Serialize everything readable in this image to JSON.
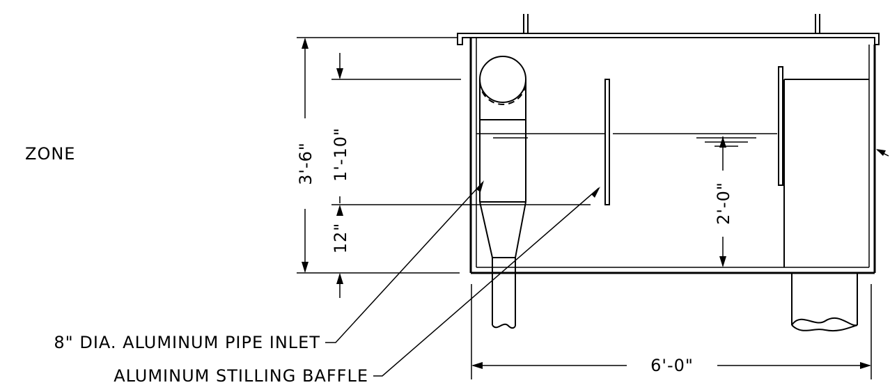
{
  "labels": {
    "zone": "ZONE",
    "pipe_inlet": "8\" DIA. ALUMINUM PIPE INLET",
    "stilling_baffle": "ALUMINUM STILLING BAFFLE"
  },
  "dimensions": {
    "overall_height": "3'-6\"",
    "upper_segment": "1'-10\"",
    "lower_segment": "12\"",
    "water_depth": "2'-0\"",
    "overall_width": "6'-0\""
  },
  "colors": {
    "line": "#000000",
    "background": "#ffffff"
  }
}
